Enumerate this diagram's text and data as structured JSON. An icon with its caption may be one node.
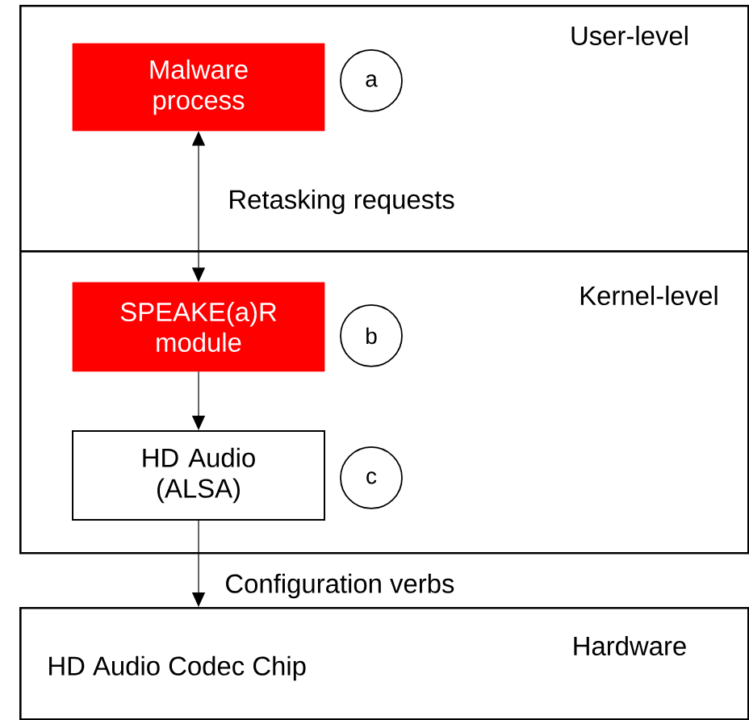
{
  "diagram": {
    "nodes": [
      {
        "text": [
          "User-level"
        ]
      },
      {
        "text": [
          "Malware process"
        ],
        "in": 0
      },
      {
        "text": [
          "a"
        ],
        "in": 0
      },
      {
        "text": [
          "Kernel-level"
        ]
      },
      {
        "text": [
          "SPEAKE(a)R module"
        ],
        "in": 3
      },
      {
        "text": [
          "b"
        ],
        "in": 3
      },
      {
        "text": [
          "HD Audio (ALSA)"
        ],
        "in": 3
      },
      {
        "text": [
          "c"
        ],
        "in": 3
      },
      {
        "text": [
          "Hardware",
          "HD Audio Codec Chip"
        ]
      }
    ],
    "edges": [
      {
        "from": 1,
        "to": 4,
        "arrow": "both",
        "label": "Retasking requests"
      },
      {
        "from": 4,
        "to": 6,
        "arrow": "to"
      },
      {
        "from": 6,
        "to": 8,
        "arrow": "to",
        "label": "Configuration verbs"
      }
    ]
  }
}
